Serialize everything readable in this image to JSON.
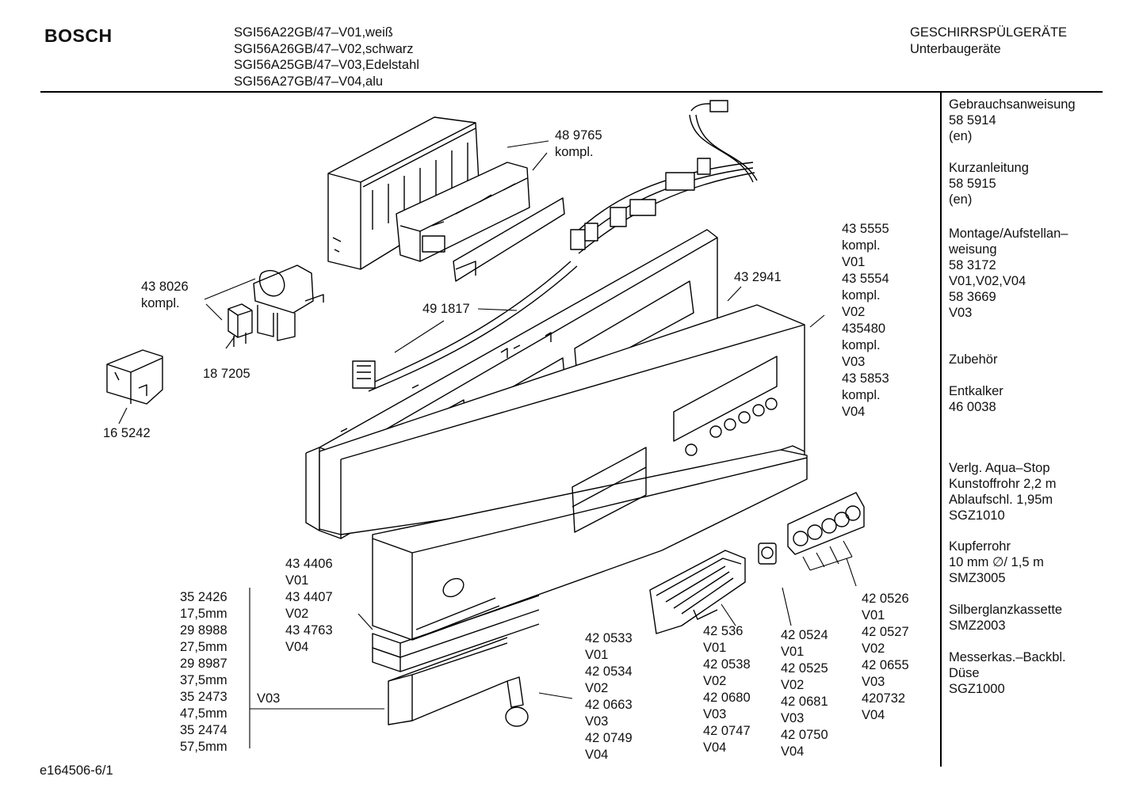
{
  "header": {
    "brand": "BOSCH",
    "models": [
      "SGI56A22GB/47–V01,weiß",
      "SGI56A26GB/47–V02,schwarz",
      "SGI56A25GB/47–V03,Edelstahl",
      "SGI56A27GB/47–V04,alu"
    ],
    "category_line1": "GESCHIRRSPÜLGERÄTE",
    "category_line2": "Unterbaugeräte"
  },
  "sidebar": [
    [
      "Gebrauchsanweisung",
      "58 5914",
      "(en)"
    ],
    [
      "Kurzanleitung",
      "58 5915",
      "(en)"
    ],
    [
      "Montage/Aufstellan–",
      "weisung",
      "58 3172",
      "V01,V02,V04",
      "58 3669",
      "V03"
    ],
    [
      "Zubehör"
    ],
    [
      "Entkalker",
      "46 0038"
    ],
    [
      "Verlg. Aqua–Stop",
      "Kunstoffrohr 2,2 m",
      "Ablaufschl. 1,95m",
      "SGZ1010"
    ],
    [
      "Kupferrohr",
      "10 mm ∅/ 1,5 m",
      "SMZ3005"
    ],
    [
      "Silberglanzkassette",
      "SMZ2003"
    ],
    [
      "Messerkas.–Backbl.",
      "Düse",
      "SGZ1000"
    ]
  ],
  "labels": {
    "part_489765": [
      "48 9765",
      "kompl."
    ],
    "part_438026": [
      "43 8026",
      "kompl."
    ],
    "part_187205": [
      "18 7205"
    ],
    "part_165242": [
      "16 5242"
    ],
    "part_491817": [
      "49 1817"
    ],
    "part_432941": [
      "43 2941"
    ],
    "part_435555": [
      "43 5555",
      "kompl.",
      "V01",
      "43 5554",
      "kompl.",
      "V02",
      "435480",
      "kompl.",
      "V03",
      "43 5853",
      "kompl.",
      "V04"
    ],
    "part_434406": [
      "43 4406",
      "V01",
      "43 4407",
      "V02",
      "43 4763",
      "V04"
    ],
    "part_352426": [
      "35 2426",
      "17,5mm",
      "29 8988",
      "27,5mm",
      "29 8987",
      "37,5mm",
      "35 2473",
      "47,5mm",
      "35 2474",
      "57,5mm"
    ],
    "v03": [
      "V03"
    ],
    "part_420533": [
      "42 0533",
      "V01",
      "42 0534",
      "V02",
      "42 0663",
      "V03",
      "42 0749",
      "V04"
    ],
    "part_42536": [
      "42 536",
      "V01",
      "42 0538",
      "V02",
      "42 0680",
      "V03",
      "42 0747",
      "V04"
    ],
    "part_420524": [
      "42 0524",
      "V01",
      "42 0525",
      "V02",
      "42 0681",
      "V03",
      "42 0750",
      "V04"
    ],
    "part_420526": [
      "42 0526",
      "V01",
      "42 0527",
      "V02",
      "42 0655",
      "V03",
      "420732",
      "V04"
    ]
  },
  "footer": "e164506-6/1"
}
